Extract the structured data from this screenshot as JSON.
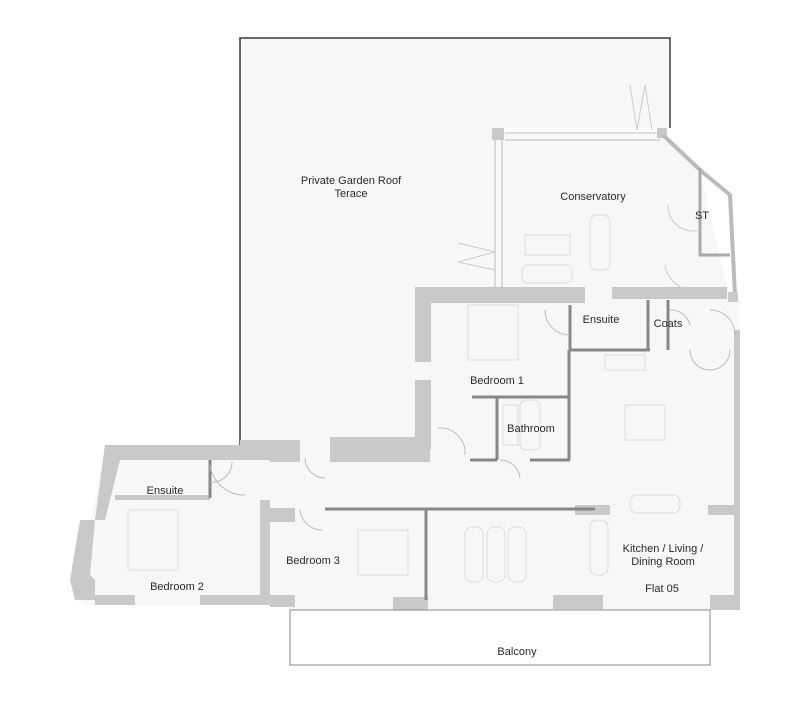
{
  "plan": {
    "flat_label": "Flat 05",
    "colors": {
      "floor": "#f6f7f9",
      "wall": "#c9c9c9",
      "outline": "#3a3a3a",
      "furniture": "#d9dadd",
      "text": "#2a2a2a"
    },
    "rooms": [
      {
        "id": "terrace",
        "label_line1": "Private Garden Roof",
        "label_line2": "Terace"
      },
      {
        "id": "conservatory",
        "label_line1": "Conservatory"
      },
      {
        "id": "store",
        "label_line1": "ST"
      },
      {
        "id": "ensuite-1",
        "label_line1": "Ensuite"
      },
      {
        "id": "coats",
        "label_line1": "Coats"
      },
      {
        "id": "bedroom-1",
        "label_line1": "Bedroom 1"
      },
      {
        "id": "bathroom",
        "label_line1": "Bathroom"
      },
      {
        "id": "ensuite-2",
        "label_line1": "Ensuite"
      },
      {
        "id": "bedroom-2",
        "label_line1": "Bedroom 2"
      },
      {
        "id": "bedroom-3",
        "label_line1": "Bedroom 3"
      },
      {
        "id": "kitchen-living",
        "label_line1": "Kitchen / Living /",
        "label_line2": "Dining Room"
      },
      {
        "id": "balcony",
        "label_line1": "Balcony"
      }
    ]
  }
}
